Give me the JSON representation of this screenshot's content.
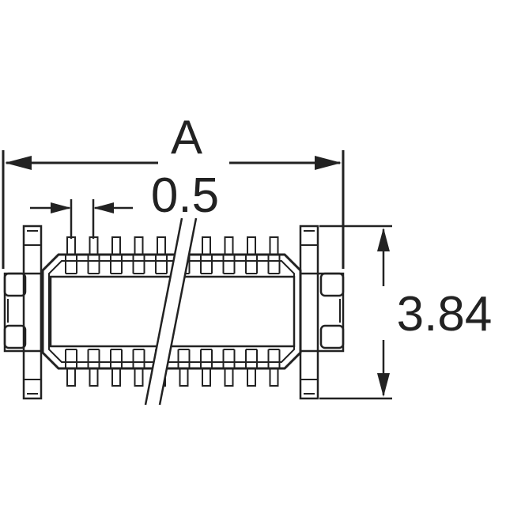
{
  "drawing": {
    "dim_a_label": "A",
    "dim_pitch_label": "0.5",
    "dim_height_label": "3.84"
  },
  "colors": {
    "line": "#222222",
    "background": "#ffffff"
  }
}
